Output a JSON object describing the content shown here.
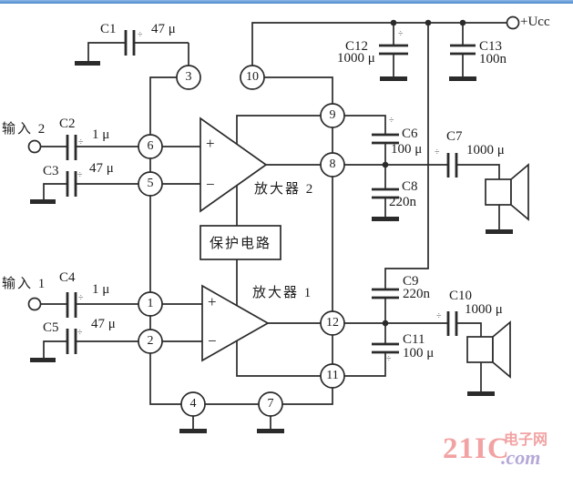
{
  "power": {
    "label": "+Ucc"
  },
  "inputs": {
    "input2": "输入 2",
    "input1": "输入 1"
  },
  "amplifiers": {
    "amp2": "放大器 2",
    "amp1": "放大器 1",
    "protection": "保护电路",
    "op_plus": "+",
    "op_minus": "−"
  },
  "pins": {
    "p1": "1",
    "p2": "2",
    "p3": "3",
    "p4": "4",
    "p5": "5",
    "p6": "6",
    "p7": "7",
    "p8": "8",
    "p9": "9",
    "p10": "10",
    "p11": "11",
    "p12": "12"
  },
  "capacitors": {
    "c1": {
      "name": "C1",
      "value": "47 μ"
    },
    "c2": {
      "name": "C2",
      "value": "1 μ"
    },
    "c3": {
      "name": "C3",
      "value": "47 μ"
    },
    "c4": {
      "name": "C4",
      "value": "1 μ"
    },
    "c5": {
      "name": "C5",
      "value": "47 μ"
    },
    "c6": {
      "name": "C6",
      "value": "100 μ"
    },
    "c7": {
      "name": "C7",
      "value": "1000 μ"
    },
    "c8": {
      "name": "C8",
      "value": "220n"
    },
    "c9": {
      "name": "C9",
      "value": "220n"
    },
    "c10": {
      "name": "C10",
      "value": "1000 μ"
    },
    "c11": {
      "name": "C11",
      "value": "100 μ"
    },
    "c12": {
      "name": "C12",
      "value": "1000 μ"
    },
    "c13": {
      "name": "C13",
      "value": "100n"
    }
  },
  "polarity_mark": "÷",
  "watermark": {
    "brand": "21IC",
    "suffix": ".com",
    "site": "电子网"
  },
  "colors": {
    "wire": "#2b2b2b",
    "top_bar": "#5b9bd5",
    "watermark_pink": "#f2a2a2",
    "watermark_purple": "#b5a8d8"
  }
}
